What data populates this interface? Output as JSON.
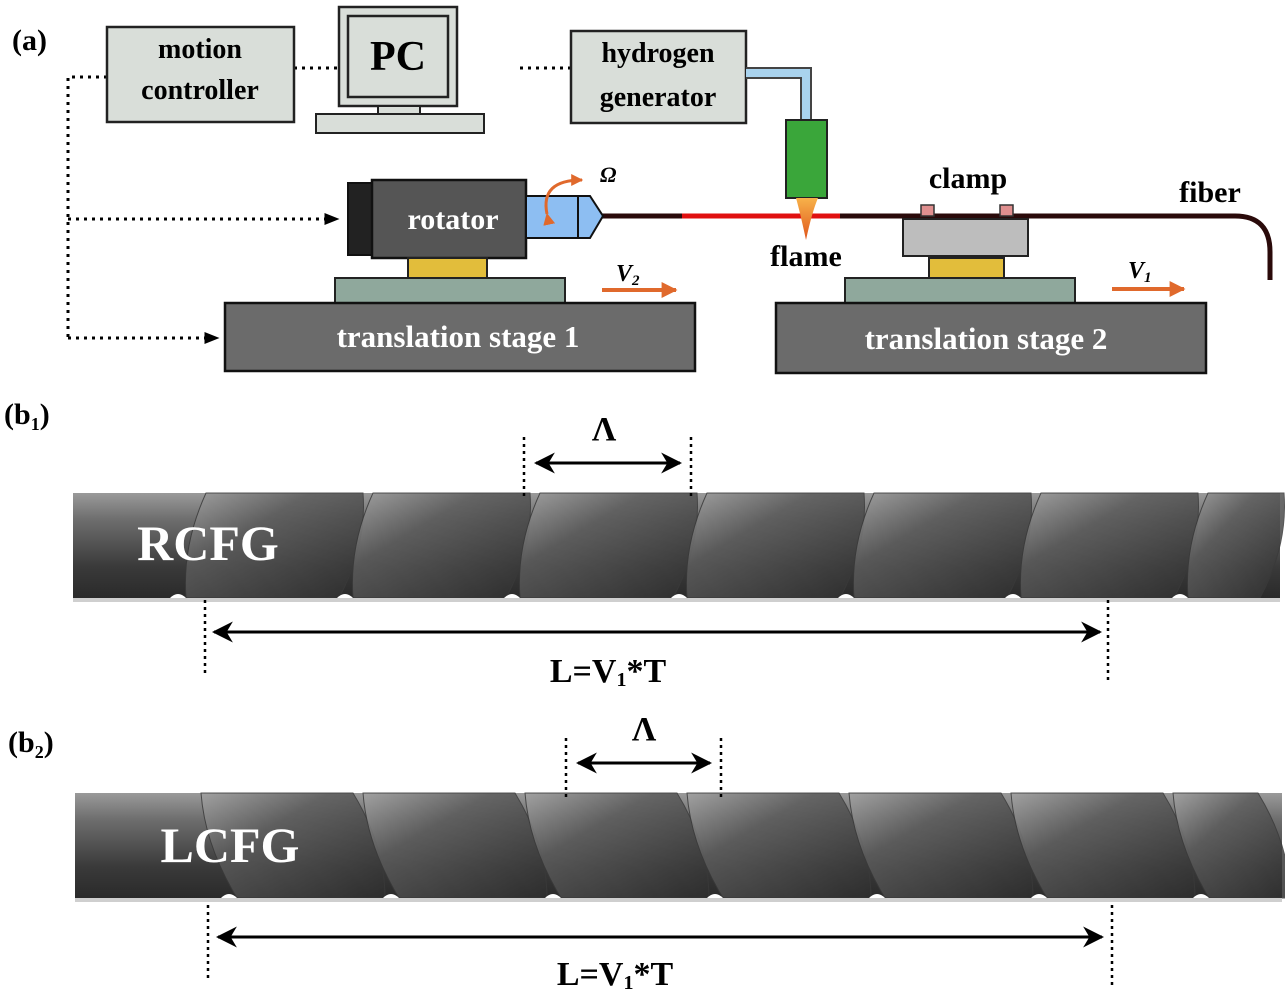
{
  "panels": {
    "a": {
      "label": "(a)",
      "motion_controller": {
        "line1": "motion",
        "line2": "controller"
      },
      "pc": {
        "label": "PC"
      },
      "hydrogen_generator": {
        "line1": "hydrogen",
        "line2": "generator"
      },
      "rotator": {
        "label": "rotator"
      },
      "omega": "Ω",
      "flame": "flame",
      "clamp": "clamp",
      "fiber": "fiber",
      "stage1": "translation stage 1",
      "stage2": "translation stage 2",
      "v2": {
        "main": "V",
        "sub": "2"
      },
      "v1": {
        "main": "V",
        "sub": "1"
      }
    },
    "b1": {
      "label_main": "(b",
      "label_sub": "1",
      "label_end": ")",
      "grating": "RCFG",
      "period": "Λ",
      "length_formula": {
        "pre": "L=V",
        "sub": "1",
        "post": "*T"
      }
    },
    "b2": {
      "label_main": "(b",
      "label_sub": "2",
      "label_end": ")",
      "grating": "LCFG",
      "period": "Λ",
      "length_formula": {
        "pre": "L=V",
        "sub": "1",
        "post": "*T"
      }
    }
  },
  "colors": {
    "box_fill": "#d9ded9",
    "stage_fill": "#6b6b6b",
    "stage_top": "#8fa89c",
    "yellow_mount": "#e2bd3b",
    "rotator_fill": "#555555",
    "rotator_cap": "#222222",
    "chuck_fill": "#8dbef2",
    "hose": "#a9d3ee",
    "torch": "#3aa63a",
    "fiber_heated": "#e01010",
    "fiber": "#2a0a0a",
    "arrow_orange": "#e0692c",
    "clamp_top": "#bdbdbd",
    "clamp_pad": "#e08f8f"
  }
}
